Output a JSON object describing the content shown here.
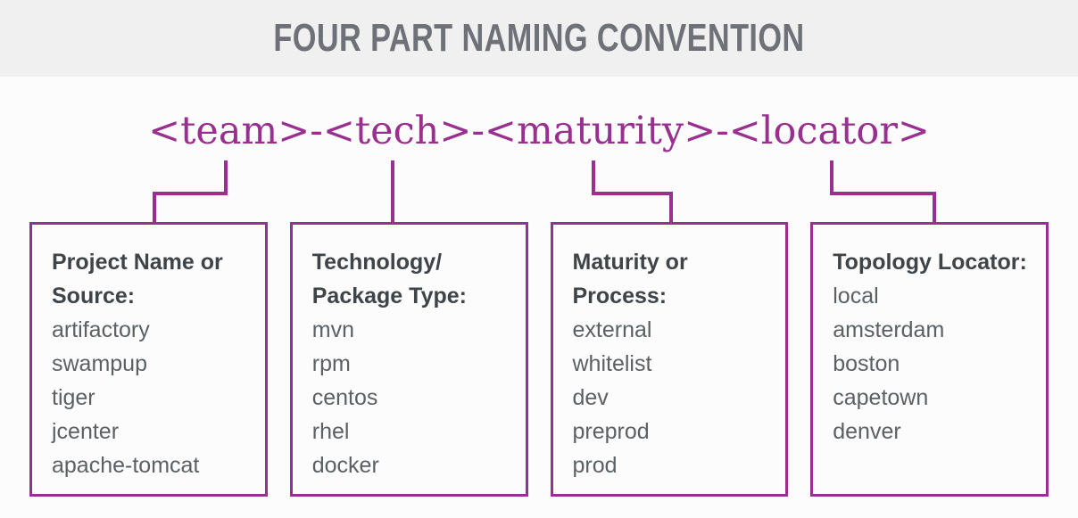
{
  "header": {
    "title": "Four Part Naming Convention"
  },
  "pattern": {
    "text": "<team>-<tech>-<maturity>-<locator>",
    "color": "#99308f"
  },
  "colors": {
    "accent_purple": "#99308f",
    "header_band": "#f0f0f0",
    "page_background": "#fbfcfb",
    "title_gray": "#6e7278",
    "box_title_gray": "#3f4448",
    "box_item_gray": "#5b6064"
  },
  "boxes": [
    {
      "title": "Project Name or\nSource:",
      "items": [
        "artifactory",
        "swampup",
        "tiger",
        "jcenter",
        "apache-tomcat"
      ]
    },
    {
      "title": "Technology/\nPackage Type:",
      "items": [
        "mvn",
        "rpm",
        "centos",
        "rhel",
        "docker"
      ]
    },
    {
      "title": "Maturity or\nProcess:",
      "items": [
        "external",
        "whitelist",
        "dev",
        "preprod",
        "prod"
      ]
    },
    {
      "title": "Topology Locator:",
      "items": [
        "local",
        "amsterdam",
        "boston",
        "capetown",
        "denver"
      ]
    }
  ]
}
